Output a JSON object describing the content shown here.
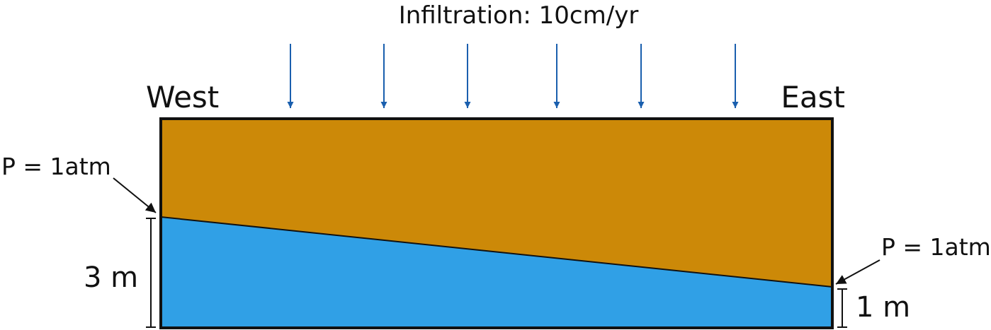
{
  "diagram": {
    "title": "Infiltration: 10cm/yr",
    "west_label": "West",
    "east_label": "East",
    "west_pressure": "P = 1atm",
    "east_pressure": "P = 1atm",
    "west_head": "3 m",
    "east_head": "1 m"
  },
  "colors": {
    "unsaturated_zone": "#CC8908",
    "saturated_zone": "#30A0E6",
    "infiltration_arrow": "#1A5FAE",
    "outline": "#111111"
  }
}
